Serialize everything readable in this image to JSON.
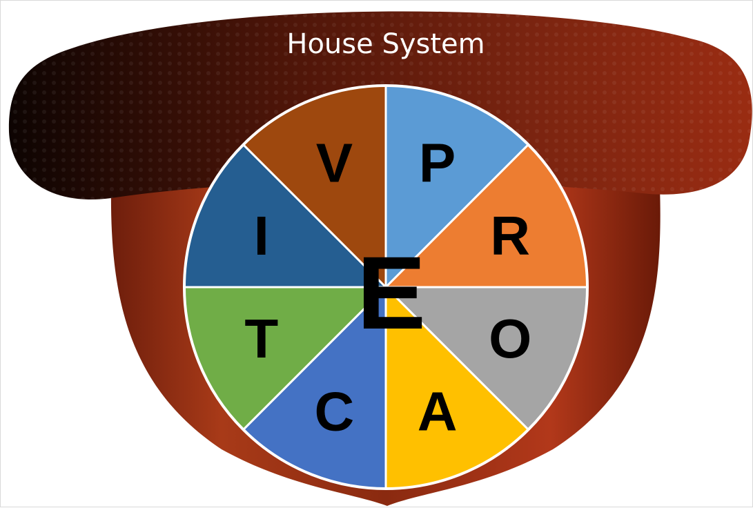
{
  "title": "House System",
  "center_letter": "E",
  "colors": {
    "shield_dark": "#1a0804",
    "shield_mid": "#6e1e0c",
    "shield_light": "#a52a10",
    "divider": "#ffffff"
  },
  "segments": [
    {
      "letter": "P",
      "color": "#5b9bd5"
    },
    {
      "letter": "R",
      "color": "#ed7d31"
    },
    {
      "letter": "O",
      "color": "#a5a5a5"
    },
    {
      "letter": "A",
      "color": "#ffc000"
    },
    {
      "letter": "C",
      "color": "#4472c4"
    },
    {
      "letter": "T",
      "color": "#70ad47"
    },
    {
      "letter": "I",
      "color": "#255e91"
    },
    {
      "letter": "V",
      "color": "#9e480e"
    }
  ]
}
